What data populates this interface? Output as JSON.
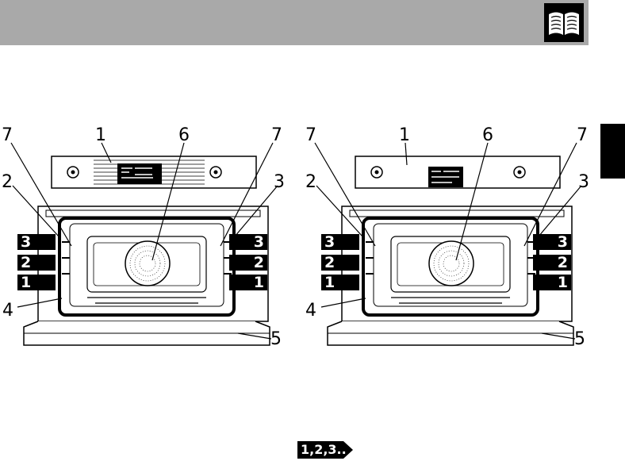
{
  "header": {
    "icon": "open-book-icon"
  },
  "side_tab": {
    "color": "#000000"
  },
  "ovens": [
    {
      "callouts": {
        "top_left": "7",
        "top_center": "1",
        "top_middle": "6",
        "top_right": "7",
        "left_upper": "2",
        "right_upper": "3",
        "left_lower": "4",
        "right_lower": "5"
      },
      "shelves_left": [
        "3",
        "2",
        "1"
      ],
      "shelves_right": [
        "3",
        "2",
        "1"
      ]
    },
    {
      "callouts": {
        "top_left": "7",
        "top_center": "1",
        "top_middle": "6",
        "top_right": "7",
        "left_upper": "2",
        "right_upper": "3",
        "left_lower": "4",
        "right_lower": "5"
      },
      "shelves_left": [
        "3",
        "2",
        "1"
      ],
      "shelves_right": [
        "3",
        "2",
        "1"
      ]
    }
  ],
  "footer": {
    "sequence_label": "1,2,3.."
  },
  "colors": {
    "header_bar": "#a9a9a9",
    "label_bg": "#000000"
  }
}
